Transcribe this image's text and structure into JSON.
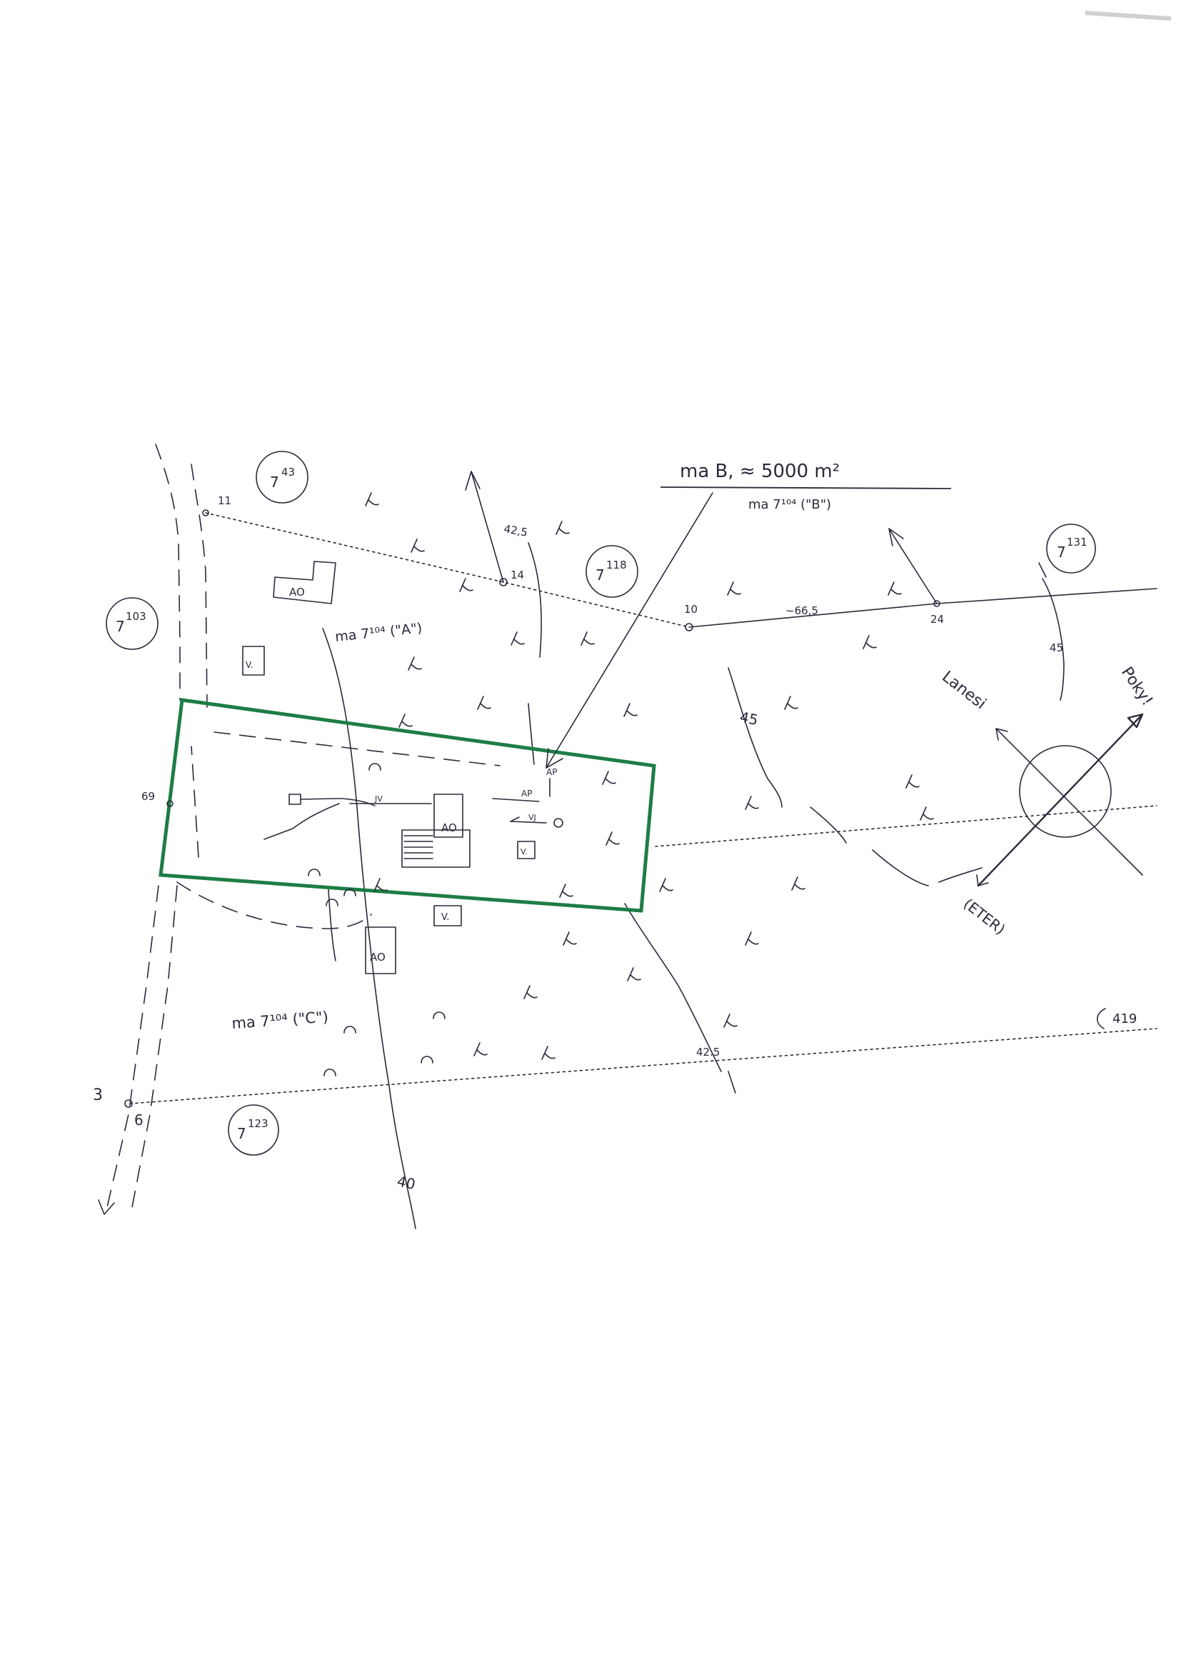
{
  "parcels": {
    "p7_43": "7",
    "p7_43_sup": "43",
    "p7_103": "7",
    "p7_103_sup": "103",
    "p7_118": "7",
    "p7_118_sup": "118",
    "p7_131": "7",
    "p7_131_sup": "131",
    "p7_123": "7",
    "p7_123_sup": "123"
  },
  "header": {
    "line1": "ma B, ≈ 5000 m²",
    "line2": "ma 7¹⁰⁴ (\"B\")"
  },
  "annotations": {
    "a_label": "ma 7¹⁰⁴ (\"A\")",
    "c_label": "ma 7¹⁰⁴ (\"C\")",
    "tail_419": "419"
  },
  "points": {
    "p11": "11",
    "p14": "14",
    "p10": "10",
    "p24": "24",
    "p69": "69",
    "p3": "3",
    "p6": "6"
  },
  "contours": {
    "c425": "42,5",
    "c45": "45",
    "c425b": "42.5",
    "c40": "40",
    "c45b": "45",
    "dist": "~66,5"
  },
  "buildings": {
    "ao": "AO",
    "v": "V.",
    "ap": "AP",
    "jv": "JV",
    "vj": "VJ"
  },
  "compass": {
    "north_left": "Lanesi",
    "north_right": "Poky!",
    "south": "(ETER)"
  }
}
